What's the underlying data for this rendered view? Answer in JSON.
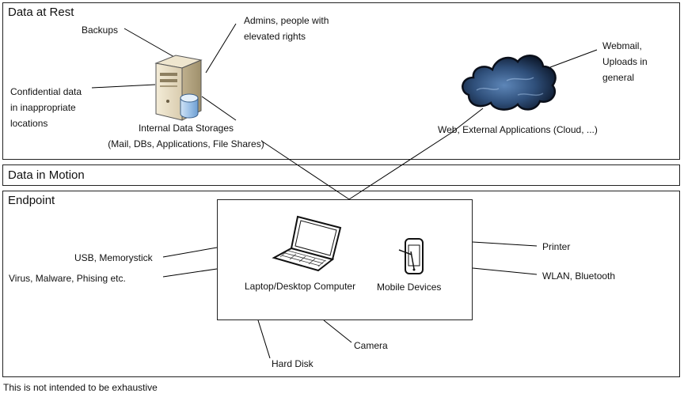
{
  "sections": {
    "rest_title": "Data at Rest",
    "motion_title": "Data in Motion",
    "endpoint_title": "Endpoint"
  },
  "rest": {
    "backups": "Backups",
    "admins": "Admins, people with\nelevated rights",
    "confidential": "Confidential data\nin inappropriate\nlocations",
    "storage": "Internal Data Storages\n(Mail, DBs, Applications, File Shares)",
    "web": "Web, External Applications (Cloud, ...)",
    "webmail": "Webmail,\nUploads in\ngeneral"
  },
  "endpoint": {
    "usb": "USB, Memorystick",
    "virus": "Virus, Malware, Phising etc.",
    "laptop": "Laptop/Desktop Computer",
    "mobile": "Mobile Devices",
    "printer": "Printer",
    "wlan": "WLAN, Bluetooth",
    "camera": "Camera",
    "harddisk": "Hard Disk"
  },
  "icons": {
    "server": "server-icon",
    "database": "database-icon",
    "cloud": "cloud-icon",
    "laptop": "laptop-icon",
    "mobile": "mobile-device-icon"
  },
  "footer": "This is not intended to be exhaustive"
}
